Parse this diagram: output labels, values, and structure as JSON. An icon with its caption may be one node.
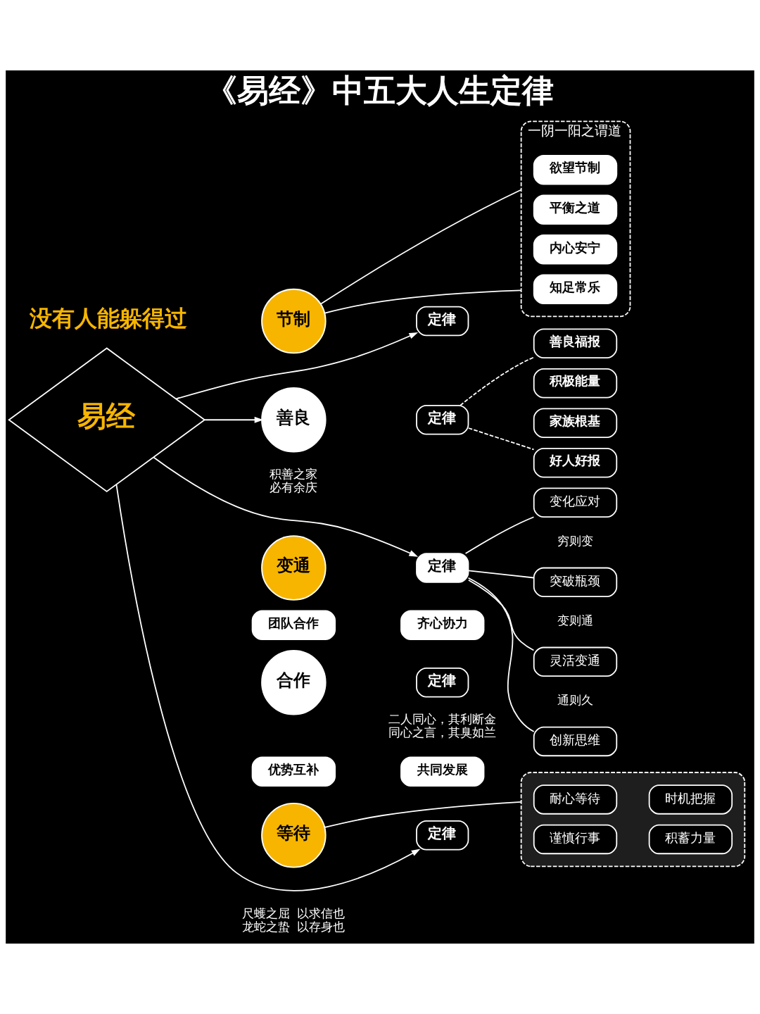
{
  "diagram": {
    "title": "《易经》中五大人生定律",
    "nodes": [
      {
        "text": [
          "一阴一阳之谓道"
        ]
      },
      {
        "text": [
          "欲望节制"
        ],
        "in": 0
      },
      {
        "text": [
          "平衡之道"
        ],
        "in": 0
      },
      {
        "text": [
          "内心安宁"
        ],
        "in": 0
      },
      {
        "text": [
          "知足常乐"
        ],
        "in": 0
      },
      {
        "text": [
          "节制"
        ]
      },
      {
        "text": [
          "定律"
        ]
      },
      {
        "text": [
          "善良福报"
        ]
      },
      {
        "text": [
          "积极能量"
        ]
      },
      {
        "text": [
          "善良"
        ],
        "beside": [
          "积善之家必有余庆"
        ]
      },
      {
        "text": [
          "定律"
        ]
      },
      {
        "text": [
          "家族根基"
        ]
      },
      {
        "text": [
          "好人好报"
        ]
      },
      {
        "text": [
          "易经"
        ]
      },
      {
        "text": [
          "变通"
        ]
      },
      {
        "text": [
          "定律"
        ]
      },
      {
        "text": [
          "变化应对"
        ]
      },
      {
        "text": [
          "突破瓶颈"
        ]
      },
      {
        "text": [
          "灵活变通"
        ]
      },
      {
        "text": [
          "创新思维"
        ]
      },
      {
        "text": [
          "团队合作"
        ]
      },
      {
        "text": [
          "齐心协力"
        ]
      },
      {
        "text": [
          "合作"
        ]
      },
      {
        "text": [
          "定律"
        ],
        "beside": [
          "二人同心，其利断金同心之言，其臭如兰"
        ]
      },
      {
        "text": [
          "优势互补"
        ]
      },
      {
        "text": [
          "共同发展"
        ]
      },
      {
        "text": [
          "等待"
        ],
        "beside": [
          "尺蠖之屈龙蛇之蛰",
          "以求信也以存身也"
        ]
      },
      {
        "text": [
          "定律"
        ]
      },
      {
        "text": [],
        "shape": "box"
      },
      {
        "text": [
          "耐心等待"
        ],
        "in": 28
      },
      {
        "text": [
          "时机把握"
        ],
        "in": 28
      },
      {
        "text": [
          "谨慎行事"
        ],
        "in": 28
      },
      {
        "text": [
          "积蓄力量"
        ],
        "in": 28
      }
    ],
    "edges": [
      {
        "from": 5,
        "to": 0,
        "arrow": "none"
      },
      {
        "from": 5,
        "to": 0,
        "arrow": "none"
      },
      {
        "from": 13,
        "to": 6,
        "arrow": "to"
      },
      {
        "from": 13,
        "to": 9,
        "arrow": "to"
      },
      {
        "from": 10,
        "to": 7,
        "arrow": "none",
        "style": "dashed"
      },
      {
        "from": 10,
        "to": 12,
        "arrow": "none",
        "style": "dashed"
      },
      {
        "from": 13,
        "to": 15,
        "arrow": "to"
      },
      {
        "from": 15,
        "to": 16,
        "arrow": "none"
      },
      {
        "from": 15,
        "to": 17,
        "arrow": "none"
      },
      {
        "from": 15,
        "to": 18,
        "arrow": "none"
      },
      {
        "from": 15,
        "to": 19,
        "arrow": "none"
      },
      {
        "from": 13,
        "to": 27,
        "arrow": "to"
      },
      {
        "from": 26,
        "to": 28,
        "arrow": "none"
      }
    ],
    "labels": [
      "没有人能躲得过",
      "穷则变",
      "变则通",
      "通则久"
    ]
  }
}
